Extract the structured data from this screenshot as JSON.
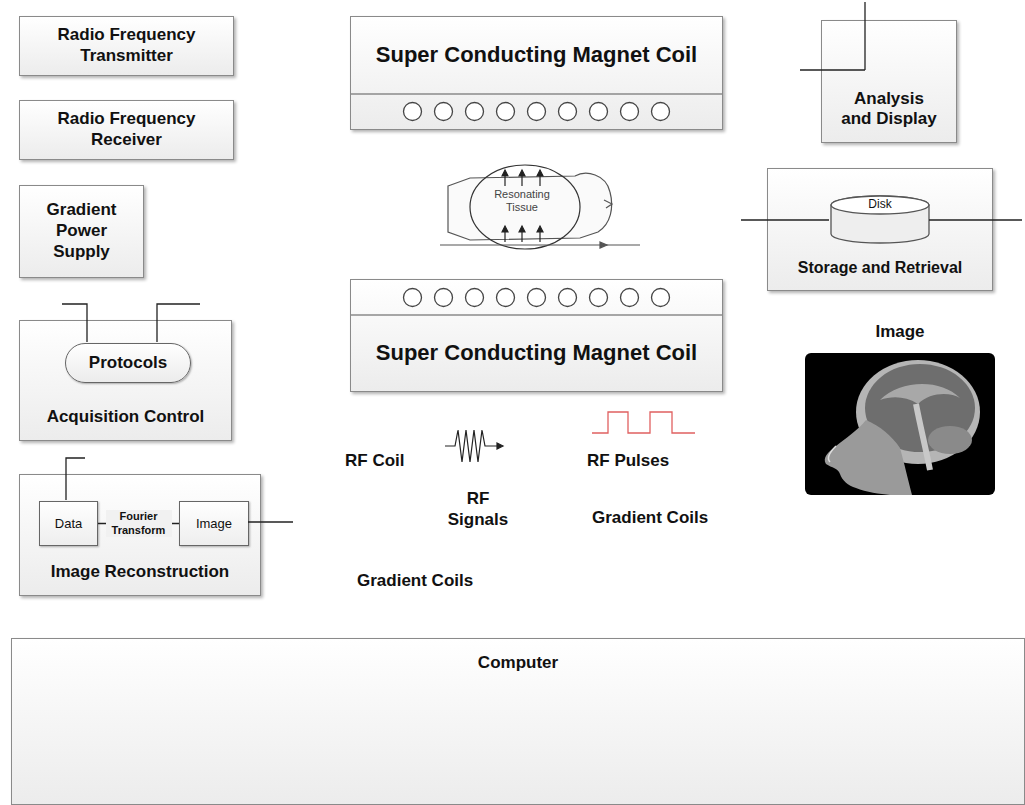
{
  "diagram": {
    "nodes": [
      {
        "text": [
          "Radio Frequency Transmitter"
        ]
      },
      {
        "text": [
          "Radio Frequency Receiver"
        ]
      },
      {
        "text": [
          "Gradient Power Supply"
        ]
      },
      {
        "text": [
          "Acquisition Control"
        ]
      },
      {
        "text": [
          "Protocols"
        ],
        "in": 3
      },
      {
        "text": [
          "Image Reconstruction"
        ]
      },
      {
        "text": [
          "Data"
        ],
        "in": 5
      },
      {
        "text": [
          "Image"
        ],
        "in": 5
      },
      {
        "text": [
          "Super Conducting Magnet Coil"
        ]
      },
      {
        "text": [
          "Super Conducting Magnet Coil"
        ]
      },
      {
        "text": [
          "Analysis and Display"
        ]
      },
      {
        "text": [
          "Storage and Retrieval"
        ]
      },
      {
        "text": [
          "Disk"
        ],
        "in": 11
      },
      {
        "text": [
          "Computer"
        ]
      }
    ],
    "edges": [
      {
        "from": 6,
        "to": 7,
        "arrow": "none",
        "label": "Fourier Transform"
      }
    ],
    "labels": [
      "Resonating Tissue",
      "RF Coil",
      "RF Signals",
      "RF Pulses",
      "Gradient Coils",
      "Gradient Coils",
      "Image"
    ]
  }
}
